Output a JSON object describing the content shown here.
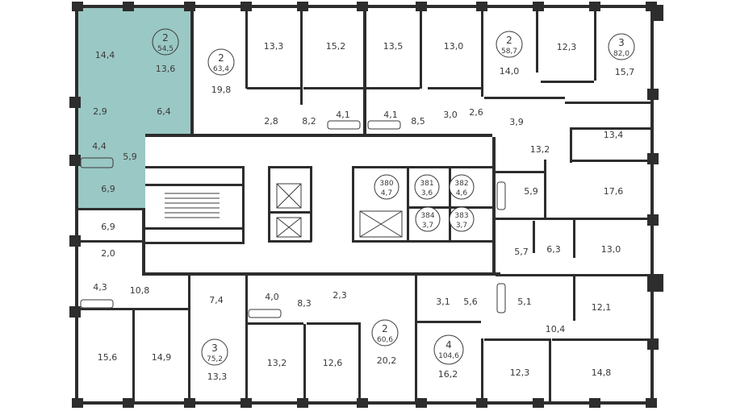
{
  "colors": {
    "highlight": "#9ac8c4",
    "wall": "#2d2d2d"
  },
  "apartments": [
    {
      "id": "apt-2-54",
      "rooms": "2",
      "area": "54,5"
    },
    {
      "id": "apt-2-63",
      "rooms": "2",
      "area": "63,4"
    },
    {
      "id": "apt-2-58",
      "rooms": "2",
      "area": "58,7"
    },
    {
      "id": "apt-3-82",
      "rooms": "3",
      "area": "82,0"
    },
    {
      "id": "apt-3-75",
      "rooms": "3",
      "area": "75,2"
    },
    {
      "id": "apt-2-60",
      "rooms": "2",
      "area": "60,6"
    },
    {
      "id": "apt-4-104",
      "rooms": "4",
      "area": "104,6"
    }
  ],
  "storage_units": [
    {
      "number": "380",
      "area": "4,7"
    },
    {
      "number": "381",
      "area": "3,6"
    },
    {
      "number": "382",
      "area": "4,6"
    },
    {
      "number": "384",
      "area": "3,7"
    },
    {
      "number": "383",
      "area": "3,7"
    }
  ],
  "room_areas": [
    "14,4",
    "13,6",
    "2,9",
    "6,4",
    "4,4",
    "5,9",
    "6,9",
    "19,8",
    "13,3",
    "15,2",
    "2,8",
    "8,2",
    "4,1",
    "4,1",
    "13,5",
    "8,5",
    "13,0",
    "3,0",
    "2,6",
    "14,0",
    "12,3",
    "3,9",
    "15,7",
    "13,4",
    "13,2",
    "5,9",
    "17,6",
    "5,7",
    "6,3",
    "13,0",
    "6,9",
    "2,0",
    "4,3",
    "10,8",
    "7,4",
    "4,0",
    "8,3",
    "2,3",
    "15,6",
    "14,9",
    "13,3",
    "13,2",
    "12,6",
    "20,2",
    "3,1",
    "5,6",
    "5,1",
    "12,1",
    "10,4",
    "16,2",
    "12,3",
    "14,8"
  ]
}
